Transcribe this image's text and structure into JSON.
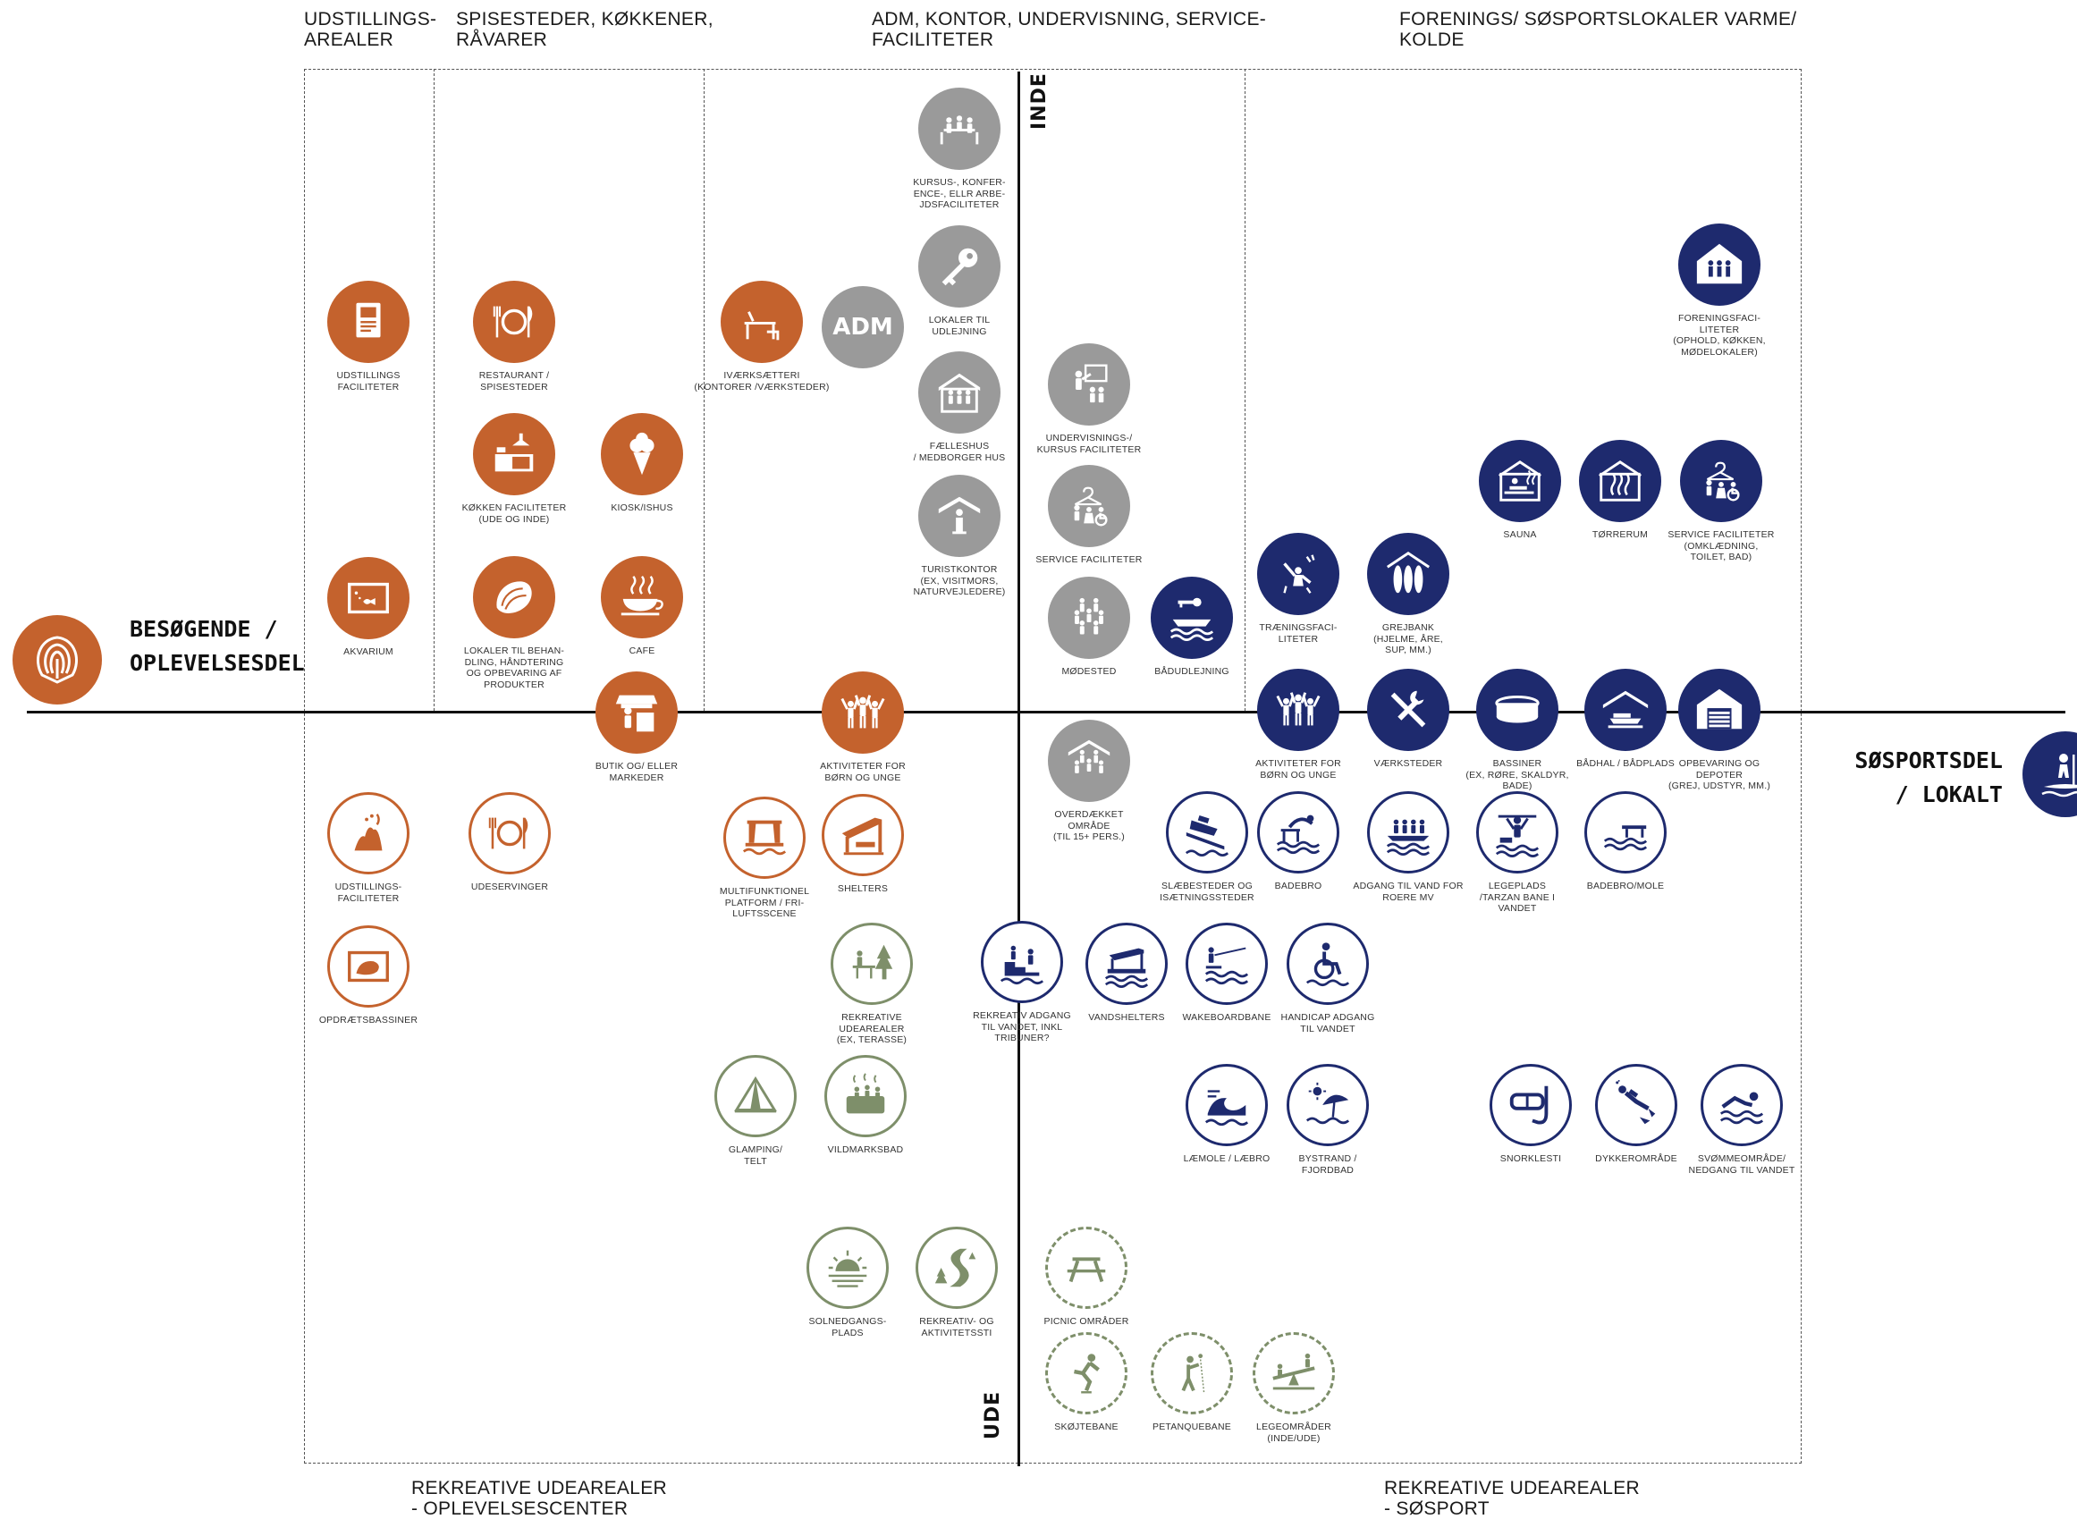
{
  "sections": {
    "top": [
      {
        "id": "udstilling",
        "text": "UDSTILLINGS-\nAREALER"
      },
      {
        "id": "spise",
        "text": "SPISESTEDER, KØKKENER,\nRÅVARER"
      },
      {
        "id": "adm",
        "text": "ADM, KONTOR, UNDERVISNING,  SERVICE-\nFACILITETER"
      },
      {
        "id": "forening",
        "text": "FORENINGS/ SØSPORTSLOKALER VARME/\nKOLDE"
      }
    ],
    "bottom": [
      {
        "id": "rekreativ_oplevelse",
        "text": "REKREATIVE UDEAREALER\n- OPLEVELSESCENTER"
      },
      {
        "id": "rekreativ_sosport",
        "text": "REKREATIVE UDEAREALER\n- SØSPORT"
      }
    ]
  },
  "axes": {
    "inde": "INDE",
    "ude": "UDE"
  },
  "poles": {
    "left": {
      "text": "BESØGENDE /\nOPLEVELSESDEL",
      "color": "#c4622d",
      "icon": "shell-icon"
    },
    "right": {
      "text": "SØSPORTSDEL\n/ LOKALT",
      "color": "#1e2a6e",
      "icon": "paddleboard-icon"
    }
  },
  "colors": {
    "orange": "#c4622d",
    "gray": "#9a9a9a",
    "navy": "#1e2a6e",
    "green": "#7e8f6a"
  },
  "items": [
    {
      "id": "udstillingsfaciliteter",
      "style": "fill-orange",
      "icon": "exhibition-board-icon",
      "label": "UDSTILLINGS\nFACILITETER"
    },
    {
      "id": "akvarium",
      "style": "fill-orange",
      "icon": "aquarium-icon",
      "label": "AKVARIUM"
    },
    {
      "id": "restaurant",
      "style": "fill-orange",
      "icon": "cutlery-plate-icon",
      "label": "RESTAURANT /\nSPISESTEDER"
    },
    {
      "id": "kokken",
      "style": "fill-orange",
      "icon": "kitchen-icon",
      "label": "KØKKEN FACILITETER\n(UDE OG INDE)"
    },
    {
      "id": "lokaler",
      "style": "fill-orange",
      "icon": "mussel-icon",
      "label": "LOKALER TIL BEHAN-\nDLING, HÅNDTERING\nOG OPBEVARING AF\nPRODUKTER"
    },
    {
      "id": "kiosk",
      "style": "fill-orange",
      "icon": "ice-cream-icon",
      "label": "KIOSK/ISHUS"
    },
    {
      "id": "cafe",
      "style": "fill-orange",
      "icon": "coffee-cup-icon",
      "label": "CAFE"
    },
    {
      "id": "butik",
      "style": "fill-orange",
      "icon": "market-stall-icon",
      "label": "BUTIK OG/ ELLER\nMARKEDER"
    },
    {
      "id": "ivaerksaetteri",
      "style": "fill-orange",
      "icon": "workshop-desk-icon",
      "label": "IVÆRKSÆTTERI\n(KONTORER /VÆRKSTEDER)"
    },
    {
      "id": "adm",
      "style": "fill-gray",
      "icon": "adm-text-icon",
      "text": "ADM",
      "label": ""
    },
    {
      "id": "kursus",
      "style": "fill-gray",
      "icon": "meeting-table-icon",
      "label": "KURSUS-, KONFER-\nENCE-, ELLR ARBE-\nJDSFACILITETER"
    },
    {
      "id": "lokaler_udlejning",
      "style": "fill-gray",
      "icon": "key-icon",
      "label": "LOKALER TIL\nUDLEJNING"
    },
    {
      "id": "faelleshus",
      "style": "fill-gray",
      "icon": "community-house-icon",
      "label": "FÆLLESHUS\n/ MEDBORGER HUS"
    },
    {
      "id": "turistkontor",
      "style": "fill-gray",
      "icon": "info-house-icon",
      "label": "TURISTKONTOR\n(EX, VISITMORS,\nNATURVEJLEDERE)"
    },
    {
      "id": "undervisning",
      "style": "fill-gray",
      "icon": "teacher-icon",
      "label": "UNDERVISNINGS-/\nKURSUS FACILITETER"
    },
    {
      "id": "service",
      "style": "fill-gray",
      "icon": "toilet-hanger-icon",
      "label": "SERVICE FACILITETER"
    },
    {
      "id": "modested",
      "style": "fill-gray",
      "icon": "group-people-icon",
      "label": "MØDESTED"
    },
    {
      "id": "overdaekket",
      "style": "fill-gray",
      "icon": "covered-group-icon",
      "label": "OVERDÆKKET\nOMRÅDE\n(TIL 15+ PERS.)"
    },
    {
      "id": "baadudlejning",
      "style": "fill-navy",
      "icon": "boat-key-icon",
      "label": "BÅDUDLEJNING"
    },
    {
      "id": "traening",
      "style": "fill-navy",
      "icon": "gymnast-icon",
      "label": "TRÆNINGSFACI-\nLITETER"
    },
    {
      "id": "grejbank",
      "style": "fill-navy",
      "icon": "kayak-rack-icon",
      "label": "GREJBANK\n(HJELME, ÅRE,\nSUP, MM.)"
    },
    {
      "id": "foreningsfaciliteter",
      "style": "fill-navy",
      "icon": "club-house-icon",
      "label": "FORENINGSFACI-\nLITETER\n(OPHOLD, KØKKEN,\nMØDELOKALER)"
    },
    {
      "id": "sauna",
      "style": "fill-navy",
      "icon": "sauna-icon",
      "label": "SAUNA"
    },
    {
      "id": "torrerum",
      "style": "fill-navy",
      "icon": "drying-room-icon",
      "label": "TØRRERUM"
    },
    {
      "id": "servicefaciliteter_navy",
      "style": "fill-navy",
      "icon": "toilet-hanger-icon",
      "label": "SERVICE FACILITETER\n(OMKLÆDNING,\nTOILET, BAD)"
    },
    {
      "id": "aktiviteter_navy",
      "style": "fill-navy",
      "icon": "kids-cheering-icon",
      "label": "AKTIVITETER FOR\nBØRN OG UNGE"
    },
    {
      "id": "vaerksteder",
      "style": "fill-navy",
      "icon": "tools-icon",
      "label": "VÆRKSTEDER"
    },
    {
      "id": "bassiner_navy",
      "style": "fill-navy",
      "icon": "pool-tank-icon",
      "label": "BASSINER\n(EX, RØRE, SKALDYR,\nBADE)"
    },
    {
      "id": "badhal",
      "style": "fill-navy",
      "icon": "boat-hall-icon",
      "label": "BÅDHAL / BÅDPLADS"
    },
    {
      "id": "opbevaring",
      "style": "fill-navy",
      "icon": "garage-icon",
      "label": "OPBEVARING OG\nDEPOTER\n(GREJ, UDSTYR, MM.)"
    },
    {
      "id": "aktiviteter_orange",
      "style": "fill-orange",
      "icon": "kids-cheering-icon",
      "label": "AKTIVITETER FOR\nBØRN OG UNGE"
    },
    {
      "id": "udstilling_ude",
      "style": "ring-orange",
      "icon": "sculpture-icon",
      "label": "UDSTILLINGS-\nFACILITETER"
    },
    {
      "id": "udeservinger",
      "style": "ring-orange",
      "icon": "cutlery-plate-icon",
      "label": "UDESERVINGER"
    },
    {
      "id": "opdraetsbassiner",
      "style": "ring-orange",
      "icon": "oyster-basin-icon",
      "label": "OPDRÆTSBASSINER"
    },
    {
      "id": "multiplatform",
      "style": "ring-orange",
      "icon": "stage-icon",
      "label": "MULTIFUNKTIONEL\nPLATFORM / FRI-\nLUFTSSCENE"
    },
    {
      "id": "shelters",
      "style": "ring-orange",
      "icon": "shelter-icon",
      "label": "SHELTERS"
    },
    {
      "id": "rekreative",
      "style": "ring-green",
      "icon": "picnic-tree-icon",
      "label": "REKREATIVE\nUDEAREALER\n(EX, TERASSE)"
    },
    {
      "id": "glamping",
      "style": "ring-green",
      "icon": "tent-icon",
      "label": "GLAMPING/\nTELT"
    },
    {
      "id": "vildmarksbad",
      "style": "ring-green",
      "icon": "hot-tub-icon",
      "label": "VILDMARKSBAD"
    },
    {
      "id": "solnedgang",
      "style": "ring-green",
      "icon": "sunset-icon",
      "label": "SOLNEDGANGS-\nPLADS"
    },
    {
      "id": "aktivitetssti",
      "style": "ring-green",
      "icon": "trail-icon",
      "label": "REKREATIV- OG\nAKTIVITETSSTI"
    },
    {
      "id": "rekreativ_adgang",
      "style": "ring-navy",
      "icon": "water-steps-icon",
      "label": "REKREATIV ADGANG\nTIL VANDET, INKL\nTRIBUNER?"
    },
    {
      "id": "slaebested",
      "style": "ring-navy",
      "icon": "boat-ramp-icon",
      "label": "SLÆBESTEDER OG\nISÆTNINGSSTEDER"
    },
    {
      "id": "badebro",
      "style": "ring-navy",
      "icon": "diving-icon",
      "label": "BADEBRO"
    },
    {
      "id": "adgang_roere",
      "style": "ring-navy",
      "icon": "rowing-icon",
      "label": "ADGANG TIL VAND FOR\nROERE MV"
    },
    {
      "id": "legeplads",
      "style": "ring-navy",
      "icon": "water-play-icon",
      "label": "LEGEPLADS\n/TARZAN BANE I\nVANDET"
    },
    {
      "id": "badebro_mole",
      "style": "ring-navy",
      "icon": "pier-icon",
      "label": "BADEBRO/MOLE"
    },
    {
      "id": "vandshelters",
      "style": "ring-navy",
      "icon": "floating-shelter-icon",
      "label": "VANDSHELTERS"
    },
    {
      "id": "wakeboard",
      "style": "ring-navy",
      "icon": "wakeboard-icon",
      "label": "WAKEBOARDBANE"
    },
    {
      "id": "handicap",
      "style": "ring-navy",
      "icon": "wheelchair-water-icon",
      "label": "HANDICAP ADGANG\nTIL VANDET"
    },
    {
      "id": "laemole",
      "style": "ring-navy",
      "icon": "wave-wind-icon",
      "label": "LÆMOLE / LÆBRO"
    },
    {
      "id": "bystrand",
      "style": "ring-navy",
      "icon": "beach-umbrella-icon",
      "label": "BYSTRAND /\nFJORDBAD"
    },
    {
      "id": "snorkelsti",
      "style": "ring-navy",
      "icon": "snorkel-icon",
      "label": "SNORKLESTI"
    },
    {
      "id": "dykkeromraade",
      "style": "ring-navy",
      "icon": "diver-icon",
      "label": "DYKKEROMRÅDE"
    },
    {
      "id": "svommeomraade",
      "style": "ring-navy",
      "icon": "swimmer-icon",
      "label": "SVØMMEOMRÅDE/\nNEDGANG TIL VANDET"
    },
    {
      "id": "picnic",
      "style": "ring-green-dash",
      "icon": "picnic-table-icon",
      "label": "PICNIC OMRÅDER"
    },
    {
      "id": "skojtebane",
      "style": "ring-green-dash",
      "icon": "skater-icon",
      "label": "SKØJTEBANE"
    },
    {
      "id": "petanque",
      "style": "ring-green-dash",
      "icon": "petanque-icon",
      "label": "PETANQUEBANE"
    },
    {
      "id": "legeomraade",
      "style": "ring-green-dash",
      "icon": "seesaw-icon",
      "label": "LEGEOMRÅDER\n(INDE/UDE)"
    }
  ]
}
